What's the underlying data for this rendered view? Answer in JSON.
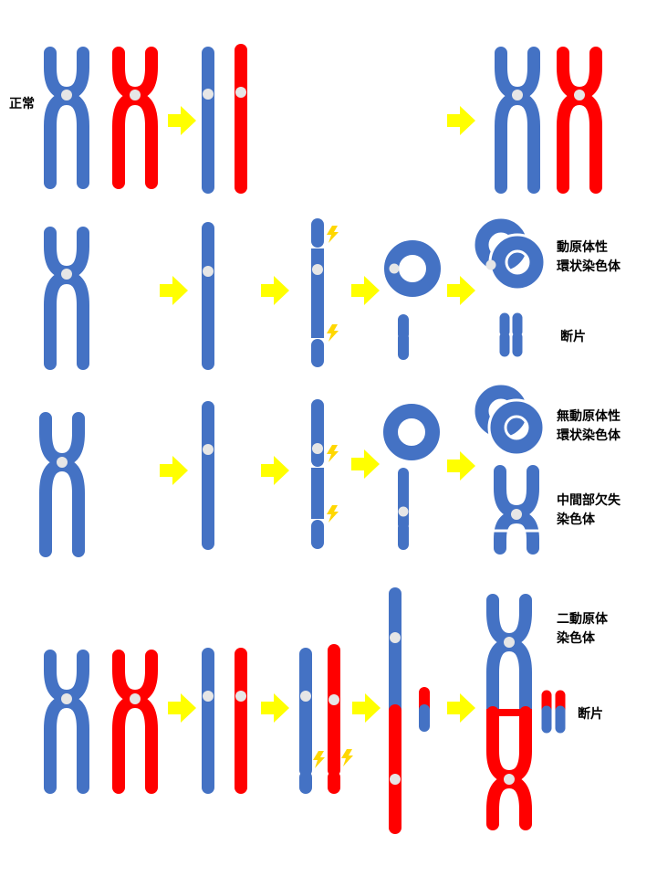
{
  "labels": {
    "normal": "正常",
    "centric_ring_1": "動原体性",
    "centric_ring_2": "環状染色体",
    "fragment_1": "断片",
    "acentric_ring_1": "無動原体性",
    "acentric_ring_2": "環状染色体",
    "interstitial_1": "中間部欠失",
    "interstitial_2": "染色体",
    "dicentric_1": "二動原体",
    "dicentric_2": "染色体",
    "fragment_2": "断片"
  },
  "colors": {
    "blue": "#4472C4",
    "red": "#FF0000",
    "arrow": "#FFFF00",
    "centromere": "#E6E6E6",
    "lightning": "#FFD700"
  }
}
